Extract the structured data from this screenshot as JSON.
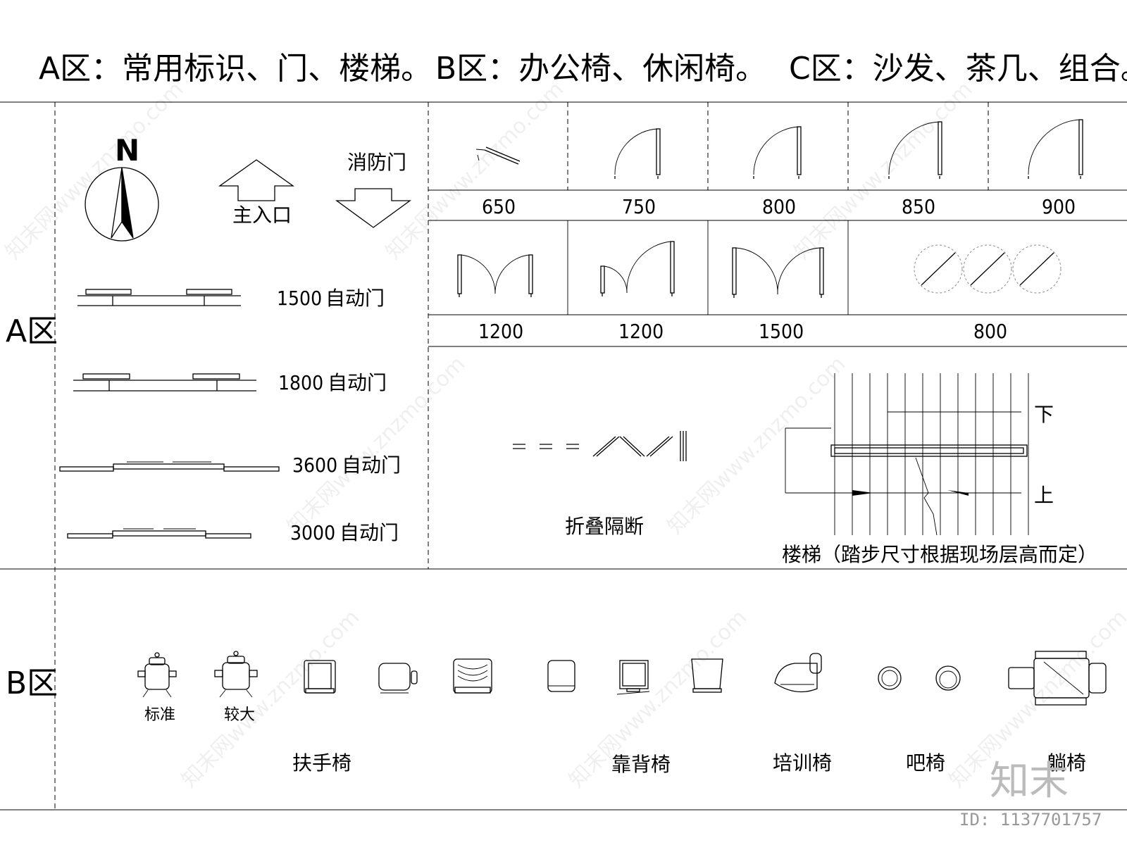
{
  "headers": {
    "zone_a": "A区：常用标识、门、楼梯。",
    "zone_b": "B区：办公椅、休闲椅。",
    "zone_c": "C区：沙发、茶几、组合。"
  },
  "side_labels": {
    "a": "A区",
    "b": "B区"
  },
  "compass": {
    "north": "N"
  },
  "arrows": {
    "main_entrance": "主入口",
    "fire_door": "消防门"
  },
  "auto_doors": [
    {
      "size": "1500",
      "label": "自动门"
    },
    {
      "size": "1800",
      "label": "自动门"
    },
    {
      "size": "3600",
      "label": "自动门"
    },
    {
      "size": "3000",
      "label": "自动门"
    }
  ],
  "single_doors": [
    "650",
    "750",
    "800",
    "850",
    "900"
  ],
  "double_doors": [
    "1200",
    "1200",
    "1500",
    "800"
  ],
  "folding_partition": "折叠隔断",
  "stairs": {
    "down": "下",
    "up": "上",
    "caption": "楼梯（踏步尺寸根据现场层高而定）"
  },
  "chair_sizes": {
    "standard": "标准",
    "large": "较大"
  },
  "chair_groups": {
    "armchair": "扶手椅",
    "backrest": "靠背椅",
    "training": "培训椅",
    "bar": "吧椅",
    "lounge": "躺椅"
  },
  "watermark": "知末网www.znzmo.com",
  "logo": "知末",
  "image_id": "ID: 1137701757"
}
